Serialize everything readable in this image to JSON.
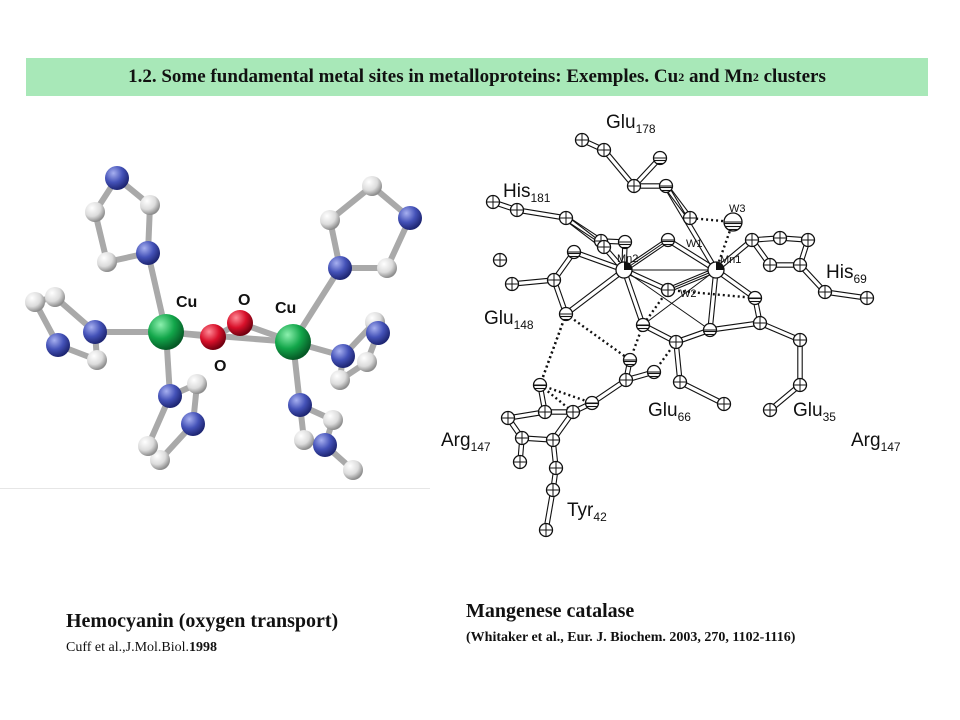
{
  "title": {
    "text": "1.2. Some fundamental metal sites in metalloproteins: Exemples. Cu",
    "sub1": "2",
    "mid": " and Mn",
    "sub2": "2",
    "tail": " clusters"
  },
  "left_panel": {
    "atom_labels": {
      "cu_left": "Cu",
      "cu_right": "Cu",
      "o_top": "O",
      "o_bottom": "O"
    },
    "caption_title": "Hemocyanin (oxygen transport)",
    "citation_text": "Cuff et al.,J.Mol.Biol.",
    "citation_year": "1998"
  },
  "right_panel": {
    "residues": {
      "glu178": {
        "name": "Glu",
        "sub": "178"
      },
      "his181": {
        "name": "His",
        "sub": "181"
      },
      "glu148": {
        "name": "Glu",
        "sub": "148"
      },
      "his69": {
        "name": "His",
        "sub": "69"
      },
      "glu66": {
        "name": "Glu",
        "sub": "66"
      },
      "glu35": {
        "name": "Glu",
        "sub": "35"
      },
      "arg147_left": {
        "name": "Arg",
        "sub": "147"
      },
      "arg147_right": {
        "name": "Arg",
        "sub": "147"
      },
      "tyr42": {
        "name": "Tyr",
        "sub": "42"
      }
    },
    "small_labels": {
      "w1": "W1",
      "w2": "W2",
      "w3": "W3",
      "mn1": "Mn1",
      "mn2": "Mn2"
    },
    "caption_title": "Mangenese catalase",
    "citation": "(Whitaker et al., Eur. J. Biochem. 2003, 270, 1102-1116)"
  },
  "colors": {
    "title_bg": "#a8e8b8",
    "copper": "#12a64a",
    "oxygen": "#d8102a",
    "nitrogen": "#4452b8",
    "carbon": "#e6e6e6"
  }
}
